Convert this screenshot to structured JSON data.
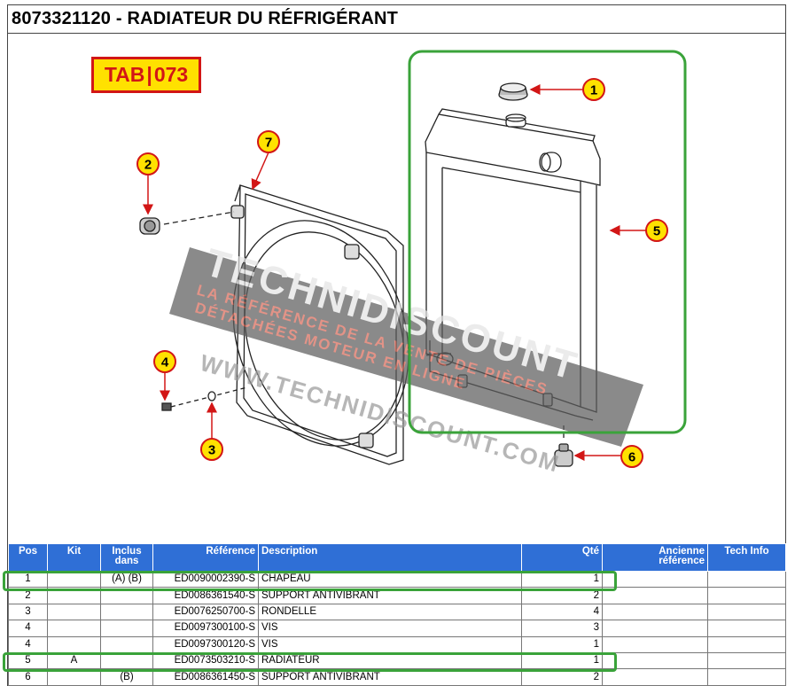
{
  "title": "8073321120 - RADIATEUR DU RÉFRIGÉRANT",
  "badge": {
    "left": "TAB",
    "sep": "|",
    "right": "073"
  },
  "callouts": [
    "1",
    "2",
    "3",
    "4",
    "5",
    "6",
    "7"
  ],
  "watermark": {
    "brand": "TECHNIDISCOUNT",
    "tagline_1": "LA RÉFÉRENCE DE LA VENTE DE PIÈCES",
    "tagline_2": "DÉTACHÉES MOTEUR EN LIGNE",
    "url": "WWW.TECHNIDISCOUNT.COM"
  },
  "colors": {
    "header_blue": "#2f6fd6",
    "highlight_green": "#3aa33a",
    "callout_red": "#d21616",
    "callout_yellow": "#ffe100"
  },
  "table": {
    "headers": {
      "pos": "Pos",
      "kit": "Kit",
      "inclus_1": "Inclus",
      "inclus_2": "dans",
      "reference": "Référence",
      "description": "Description",
      "qte": "Qté",
      "ancienne_1": "Ancienne",
      "ancienne_2": "référence",
      "tech": "Tech Info"
    },
    "rows": [
      {
        "pos": "1",
        "kit": "",
        "inclus": "(A) (B)",
        "reference": "ED0090002390-S",
        "description": "CHAPEAU",
        "qte": "1",
        "ancienne": "",
        "tech": ""
      },
      {
        "pos": "2",
        "kit": "",
        "inclus": "",
        "reference": "ED0086361540-S",
        "description": "SUPPORT ANTIVIBRANT",
        "qte": "2",
        "ancienne": "",
        "tech": ""
      },
      {
        "pos": "3",
        "kit": "",
        "inclus": "",
        "reference": "ED0076250700-S",
        "description": "RONDELLE",
        "qte": "4",
        "ancienne": "",
        "tech": ""
      },
      {
        "pos": "4",
        "kit": "",
        "inclus": "",
        "reference": "ED0097300100-S",
        "description": "VIS",
        "qte": "3",
        "ancienne": "",
        "tech": ""
      },
      {
        "pos": "4",
        "kit": "",
        "inclus": "",
        "reference": "ED0097300120-S",
        "description": "VIS",
        "qte": "1",
        "ancienne": "",
        "tech": ""
      },
      {
        "pos": "5",
        "kit": "A",
        "inclus": "",
        "reference": "ED0073503210-S",
        "description": "RADIATEUR",
        "qte": "1",
        "ancienne": "",
        "tech": ""
      },
      {
        "pos": "6",
        "kit": "",
        "inclus": "(B)",
        "reference": "ED0086361450-S",
        "description": "SUPPORT ANTIVIBRANT",
        "qte": "2",
        "ancienne": "",
        "tech": ""
      }
    ]
  }
}
